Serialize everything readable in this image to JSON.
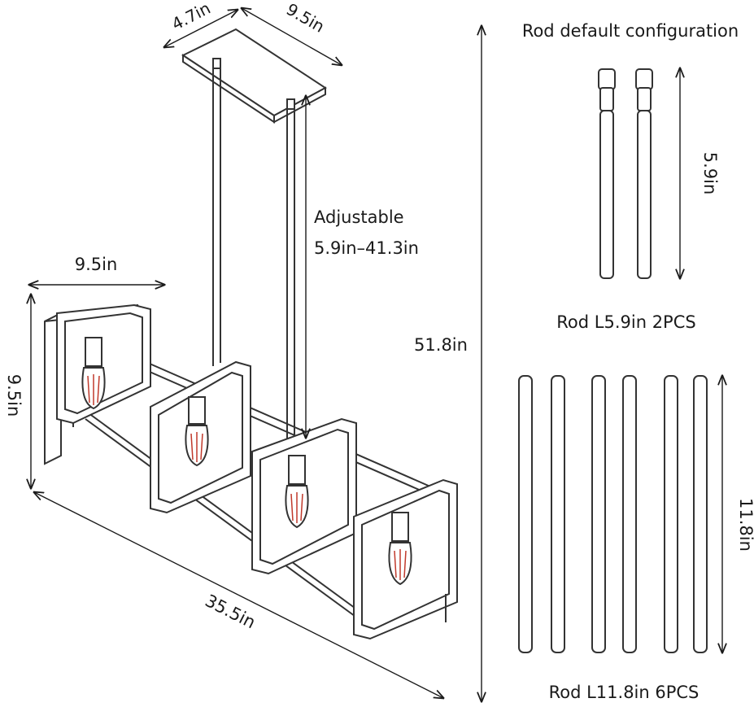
{
  "colors": {
    "ink": "#1a1a1a",
    "frame": "#333333",
    "bulb": "#c0392b"
  },
  "labels": {
    "ceiling_depth": "4.7in",
    "ceiling_width": "9.5in",
    "adjustable_title": "Adjustable",
    "adjustable_range": "5.9in–41.3in",
    "frame_width": "9.5in",
    "frame_height": "9.5in",
    "total_height": "51.8in",
    "total_length": "35.5in",
    "rod_config_title": "Rod default configuration",
    "short_rod_length": "5.9in",
    "short_rod_caption": "Rod L5.9in 2PCS",
    "long_rod_length": "11.8in",
    "long_rod_caption": "Rod L11.8in 6PCS"
  },
  "rods": {
    "short_count": 2,
    "long_count": 6
  },
  "bulbs": {
    "count": 4
  }
}
